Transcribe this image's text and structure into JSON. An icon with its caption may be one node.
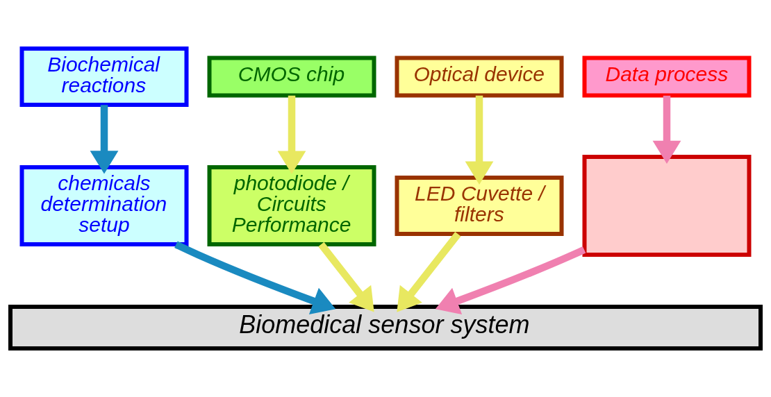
{
  "diagram": {
    "nodes": [
      {
        "text": [
          "Biochemical reactions"
        ]
      },
      {
        "text": [
          "CMOS chip"
        ]
      },
      {
        "text": [
          "Optical device"
        ]
      },
      {
        "text": [
          "Data process"
        ]
      },
      {
        "text": [
          "chemicals determination setup"
        ]
      },
      {
        "text": [
          "photodiode / Circuits Performance"
        ]
      },
      {
        "text": [
          "LED Cuvette / filters"
        ]
      },
      {
        "text": [],
        "shape": "box"
      },
      {
        "text": [
          "Biomedical sensor system"
        ]
      }
    ],
    "edges": [
      {
        "from": 0,
        "to": 4,
        "arrow": "to",
        "color": "#1a8ac0"
      },
      {
        "from": 1,
        "to": 5,
        "arrow": "to",
        "color": "#e8e860"
      },
      {
        "from": 2,
        "to": 6,
        "arrow": "to",
        "color": "#e8e860"
      },
      {
        "from": 3,
        "to": 7,
        "arrow": "to",
        "color": "#f080b0"
      },
      {
        "from": 4,
        "to": 8,
        "arrow": "to",
        "color": "#1a8ac0"
      },
      {
        "from": 5,
        "to": 8,
        "arrow": "to",
        "color": "#e8e860"
      },
      {
        "from": 6,
        "to": 8,
        "arrow": "to",
        "color": "#e8e860"
      },
      {
        "from": 7,
        "to": 8,
        "arrow": "to",
        "color": "#f080b0"
      }
    ]
  }
}
